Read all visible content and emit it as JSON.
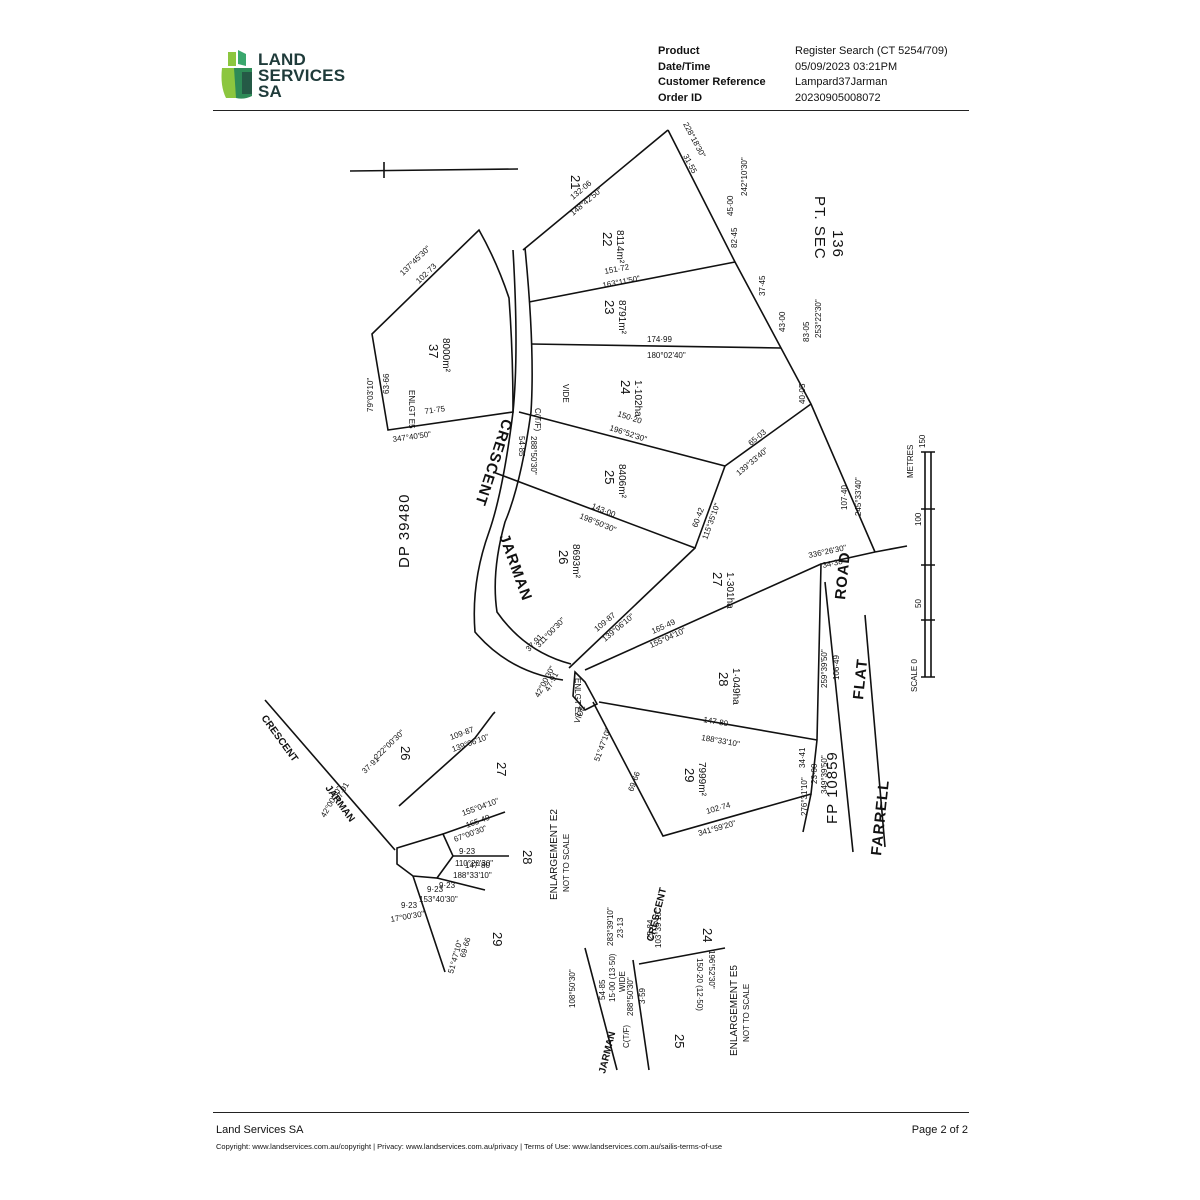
{
  "header": {
    "brand": [
      "LAND",
      "SERVICES",
      "SA"
    ],
    "colors": {
      "green_light": "#8cc63f",
      "green_dark": "#2e8b57",
      "teal": "#1f3b3a"
    },
    "meta_labels": [
      "Product",
      "Date/Time",
      "Customer Reference",
      "Order ID"
    ],
    "meta_values": [
      "Register Search (CT 5254/709)",
      "05/09/2023 03:21PM",
      "Lampard37Jarman",
      "20230905008072"
    ]
  },
  "plan": {
    "lots": {
      "l21": "21",
      "l22": "22",
      "a22": "8114m²",
      "l23": "23",
      "a23": "8791m²",
      "l24": "24",
      "a24": "1·102ha",
      "l25": "25",
      "a25": "8406m²",
      "l26": "26",
      "a26": "8693m²",
      "l27": "27",
      "a27": "1·301ha",
      "l28": "28",
      "a28": "1·049ha",
      "l29": "29",
      "a29": "7999m²",
      "l37": "37",
      "a37": "8000m²"
    },
    "names": {
      "jarman": "JARMAN",
      "crescent": "CRESCENT",
      "pt_sec": "PT. SEC",
      "sec_no": "136",
      "dp": "DP 39480",
      "fp": "FP 10859",
      "road": "ROAD",
      "flat": "FLAT",
      "farrell": "FARRELL",
      "vide": "VIDE",
      "ctf": "C(T/F)",
      "enlgt_e5": "ENLGT E5",
      "enlgt_e2": "ENLGT E2"
    },
    "bearings": {
      "b1": "137°45'30\"",
      "d1": "102·73",
      "b2": "79°03'10\"",
      "d2": "63·66",
      "b3": "347°40'50\"",
      "d3": "71·75",
      "b4": "228°18'30\"",
      "d4": "31·55",
      "b5": "148°42'50\"",
      "d5": "132·06",
      "b6": "163°11'50\"",
      "d6": "151·72",
      "b7": "180°02'40\"",
      "d7": "174·99",
      "b8": "196°52'30\"",
      "d8": "150·20",
      "b9": "198°50'30\"",
      "d9": "143·00",
      "b10": "139°06'10\"",
      "d10": "109·87",
      "b11": "155°04'10\"",
      "d11": "165·49",
      "b12": "188°33'10\"",
      "d12": "147·80",
      "b13": "341°59'20\"",
      "d13": "102·74",
      "b14": "242°10'30\"",
      "d14": "82·45",
      "b15": "253°22'30\"",
      "d15": "83·05",
      "b16": "245°33'40\"",
      "d16": "107·40",
      "b17": "336°26'30\"",
      "d17": "34·38",
      "b18": "259°39'50\"",
      "d18": "106·49",
      "b19": "349°39'50\"",
      "d19": "23·00",
      "b20": "276°31'10\"",
      "d20": "34·41",
      "b21": "139°33'40\"",
      "d21": "65·03",
      "b22": "115°35'10\"",
      "d22": "60·42",
      "b23": "51°47'10\"",
      "d23": "69·66",
      "d24": "45·00",
      "d25": "43·00",
      "d26": "40·05",
      "d27": "37·45",
      "b28": "288°50'30\"",
      "d28": "54·85",
      "b29": "311°00'30\"",
      "d29": "37·91",
      "b30": "42°00'30\"",
      "d30": "47·91"
    },
    "scale": {
      "title": "METRES",
      "ticks": [
        "150",
        "100",
        "50",
        "SCALE 0"
      ]
    },
    "enlargement_e2": {
      "title": "ENLARGEMENT E2",
      "note": "NOT TO SCALE",
      "lots": [
        "26",
        "27",
        "28",
        "29"
      ],
      "road": "JARMAN",
      "road2": "CRESCENT",
      "b1": "139°06'10\"",
      "d1": "109·87",
      "b2": "155°04'10\"",
      "d2": "165·49",
      "b3": "188°33'10\"",
      "d3": "147·80",
      "b4": "51°47'10\"",
      "d4": "69·66",
      "b5": "222°00'30\"",
      "d5": "37·91",
      "b6": "42°00'30\"",
      "d6": "47·91",
      "b7": "67°00'30\"",
      "d7": "9·23",
      "b8": "110°20'30\"",
      "d8": "9·23",
      "b9": "153°40'30\"",
      "d9": "9·23",
      "b10": "17°00'30\"",
      "d10": "9·23"
    },
    "enlargement_e5": {
      "title": "ENLARGEMENT E5",
      "note": "NOT TO SCALE",
      "lots": [
        "24",
        "25"
      ],
      "road": "JARMAN",
      "road2": "CRESCENT",
      "wide": "WIDE",
      "b1": "283°39'10\"",
      "d1": "23·13",
      "b2": "103°39'10\"",
      "d2": "25·84",
      "b3": "196°52'30\"",
      "d3": "150·20 (12·50)",
      "b4": "108°50'30\"",
      "d4": "54·85",
      "b5": "288°50'30\"",
      "d5": "3·59",
      "ctf": "C(T/F)",
      "w": "15·00 (13·50)"
    }
  },
  "footer": {
    "name": "Land Services SA",
    "page": "Page 2 of 2",
    "links": "Copyright: www.landservices.com.au/copyright | Privacy: www.landservices.com.au/privacy | Terms of Use: www.landservices.com.au/sailis-terms-of-use"
  }
}
